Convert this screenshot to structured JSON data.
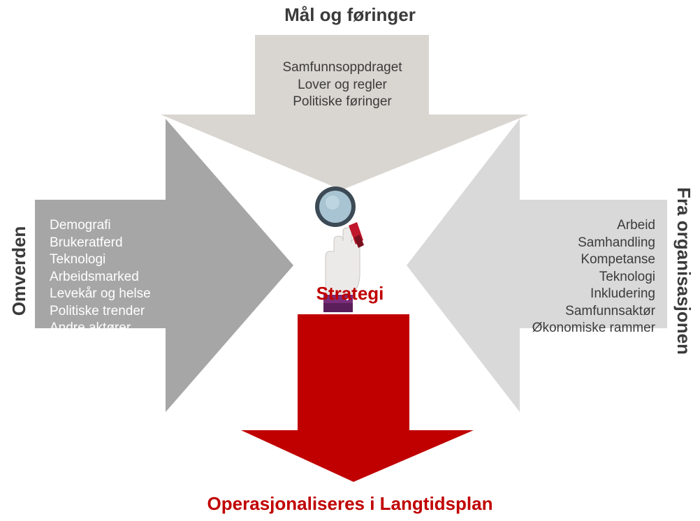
{
  "top": {
    "title": "Mål og føringer",
    "items": [
      "Samfunnsoppdraget",
      "Lover og regler",
      "Politiske føringer"
    ]
  },
  "left": {
    "title": "Omverden",
    "items": [
      "Demografi",
      "Brukeratferd",
      "Teknologi",
      "Arbeidsmarked",
      "Levekår og helse",
      "Politiske trender",
      "Andre aktører"
    ]
  },
  "right": {
    "title": "Fra organisasjonen",
    "items": [
      "Arbeid",
      "Samhandling",
      "Kompetanse",
      "Teknologi",
      "Inkludering",
      "Samfunnsaktør",
      "Økonomiske rammer"
    ]
  },
  "center": {
    "label": "Strategi",
    "icon": "magnifier-hand-icon"
  },
  "bottom": {
    "title": "Operasjonaliseres i Langtidsplan"
  },
  "colors": {
    "top_arrow": "#d9d6d1",
    "left_arrow": "#a6a6a6",
    "right_arrow": "#d9d9d9",
    "down_arrow": "#c00000",
    "text_dark": "#3b3b3b",
    "accent_red": "#c00000"
  }
}
